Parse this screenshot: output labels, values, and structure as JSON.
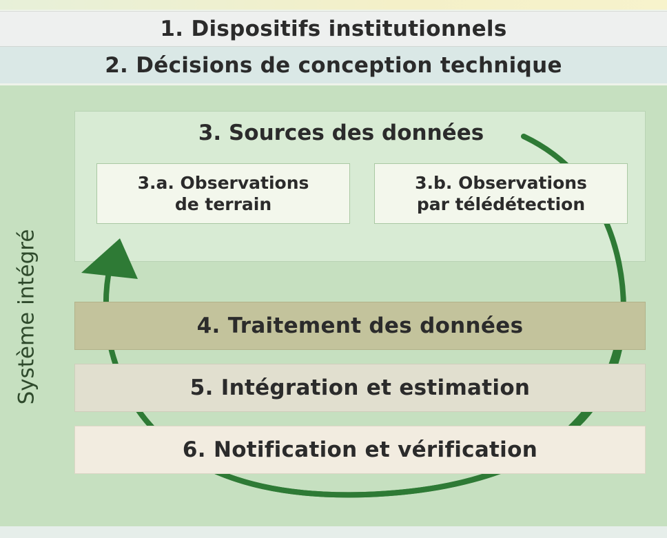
{
  "colors": {
    "cycle_arrow": "#2e7a35",
    "integrated_bg": "#c6e0c0",
    "band2_bg": "#dae8e6",
    "row4_bg": "#c3c39c",
    "row5_bg": "#e1dfcf",
    "row6_bg": "#f2ece0"
  },
  "bands": {
    "institutional": "1. Dispositifs institutionnels",
    "technical": "2. Décisions de conception technique"
  },
  "system": {
    "label": "Système intégré",
    "sources": {
      "title": "3. Sources des données",
      "field": {
        "line1": "3.a. Observations",
        "line2": "de terrain"
      },
      "remote": {
        "line1": "3.b. Observations",
        "line2": "par télédétection"
      }
    },
    "processing": "4. Traitement des données",
    "integration": "5. Intégration et estimation",
    "reporting": "6. Notification et vérification"
  },
  "icons": [
    "cycle-arrow-icon"
  ]
}
